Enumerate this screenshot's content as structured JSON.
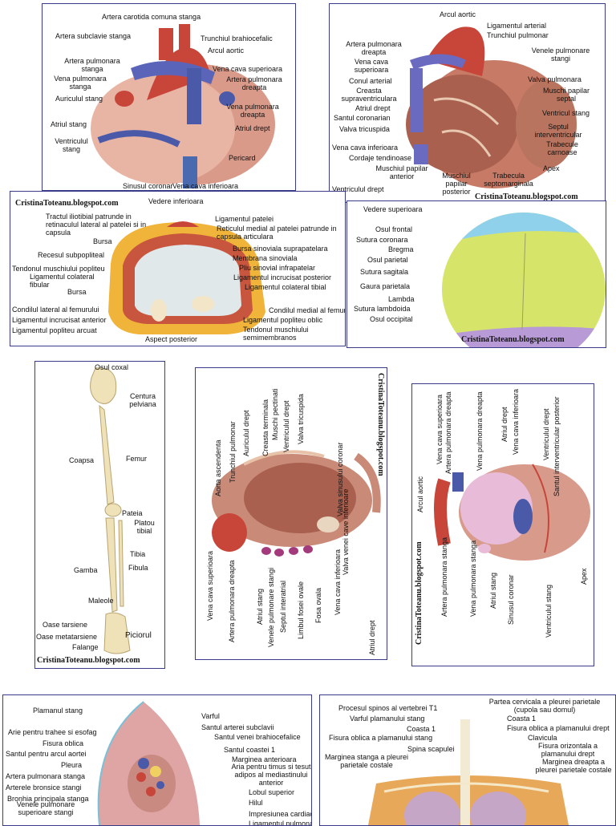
{
  "watermark": "CristinaToteanu.blogspot.com",
  "p1": {
    "labels": [
      "Artera carotida comuna stanga",
      "Artera subclavie stanga",
      "Trunchiul brahiocefalic",
      "Arcul aortic",
      "Artera pulmonara stanga",
      "Vena pulmonara stanga",
      "Vena cava superioara",
      "Artera pulmonara dreapta",
      "Auriculul stang",
      "Vena pulmonara dreapta",
      "Atriul stang",
      "Atriul drept",
      "Ventriculul stang",
      "Pericard",
      "Sinusul coronar",
      "Vena cava inferioara"
    ]
  },
  "p2": {
    "labels": [
      "Arcul aortic",
      "Ligamentul arterial",
      "Trunchiul pulmonar",
      "Artera pulmonara dreapta",
      "Venele pulmonare stangi",
      "Vena cava superioara",
      "Conul arterial",
      "Valva pulmonara",
      "Creasta supraventriculara",
      "Muschi papilar septal",
      "Atriul drept",
      "Santul coronarian",
      "Ventricul stang",
      "Valva tricuspida",
      "Septul interventricular",
      "Trabecule carnoase",
      "Vena cava inferioara",
      "Cordaje tendinoase",
      "Apex",
      "Muschiul papilar anterior",
      "Muschiul papilar posterior",
      "Trabecula septomarginala",
      "Ventriculul drept"
    ]
  },
  "p3": {
    "title": "Vedere inferioara",
    "footer": "Aspect posterior",
    "labels": [
      "Tractul iliotibial patrunde in retinaculul lateral al patelei si in capsula",
      "Ligamentul patelei",
      "Reticulul medial al patelei patrunde in capsula articulara",
      "Bursa",
      "Bursa sinoviala suprapatelara",
      "Recesul subpopliteal",
      "Membrana sinoviala",
      "Tendonul muschiului popliteu",
      "Pliu sinovial infrapatelar",
      "Ligamentul colateral fibular",
      "Ligamentul incrucisat posterior",
      "Ligamentul colateral tibial",
      "Bursa",
      "Condilul lateral al femurului",
      "Condilul medial al femurului",
      "Ligamentul incrucisat anterior",
      "Ligamentul popliteu oblic",
      "Ligamentul popliteu arcuat",
      "Tendonul muschiului semimembranos"
    ]
  },
  "p4": {
    "title": "Vedere superioara",
    "labels": [
      "Osul frontal",
      "Sutura coronara",
      "Bregma",
      "Osul parietal",
      "Sutura sagitala",
      "Gaura parietala",
      "Lambda",
      "Sutura lambdoida",
      "Osul occipital"
    ]
  },
  "p5": {
    "labels": [
      "Osul coxal",
      "Centura pelviana",
      "Coapsa",
      "Femur",
      "Pateia",
      "Platou tibial",
      "Tibia",
      "Gamba",
      "Fibula",
      "Maleole",
      "Oase tarsiene",
      "Oase metatarsiene",
      "Falange",
      "Piciorul"
    ]
  },
  "p6": {
    "labels": [
      "Aorta ascendenta",
      "Trunchiul pulmonar",
      "Auriculul drept",
      "Creasta terminala",
      "Muschi pectinati",
      "Ventriculul drept",
      "Valva tricuspida",
      "Valva sinusului coronar",
      "Valva venei cave inferioare",
      "Vena cava superioara",
      "Artera pulmonara dreapta",
      "Atriul stang",
      "Venele pulmonare stangi",
      "Septul interatrial",
      "Limbul fosei ovale",
      "Fosa ovala",
      "Vena cava inferioara",
      "Atriul drept"
    ]
  },
  "p7": {
    "labels": [
      "Arcul aortic",
      "Vena cava superioara",
      "Artera pulmonara dreapta",
      "Vena pulmonara dreapta",
      "Atriul drept",
      "Vena cava inferioara",
      "Ventriculul drept",
      "Santul interventricular posterior",
      "Artera pulmonara stanga",
      "Vena pulmonara stanga",
      "Atriul stang",
      "Sinusul coronar",
      "Ventriculul stang",
      "Apex"
    ]
  },
  "p8": {
    "labels": [
      "Plamanul stang",
      "Varful",
      "Santul arterei subclavii",
      "Arie pentru trahee si esofag",
      "Santul venei brahiocefalice",
      "Fisura oblica",
      "Santul coastei 1",
      "Santul pentru arcul aortei",
      "Marginea anterioara",
      "Pleura",
      "Aria pentru timus si tesut adipos al mediastinului anterior",
      "Artera pulmonara stanga",
      "Arterele bronsice stangi",
      "Lobul superior",
      "Bronhia principala stanga",
      "Hilul",
      "Venele pulmonare superioare stangi",
      "Impresiunea cardiaca",
      "Ligamentul pulmonar"
    ]
  },
  "p9": {
    "labels": [
      "Procesul spinos al vertebrei T1",
      "Partea cervicala a pleurei parietale (cupola sau domul)",
      "Varful plamanului stang",
      "Coasta 1",
      "Coasta 1",
      "Fisura oblica a plamanului drept",
      "Fisura oblica a plamanului stang",
      "Clavicula",
      "Spina scapulei",
      "Fisura orizontala a plamanului drept",
      "Marginea stanga a pleurei parietale costale",
      "Marginea dreapta a pleurei parietale costale"
    ]
  }
}
